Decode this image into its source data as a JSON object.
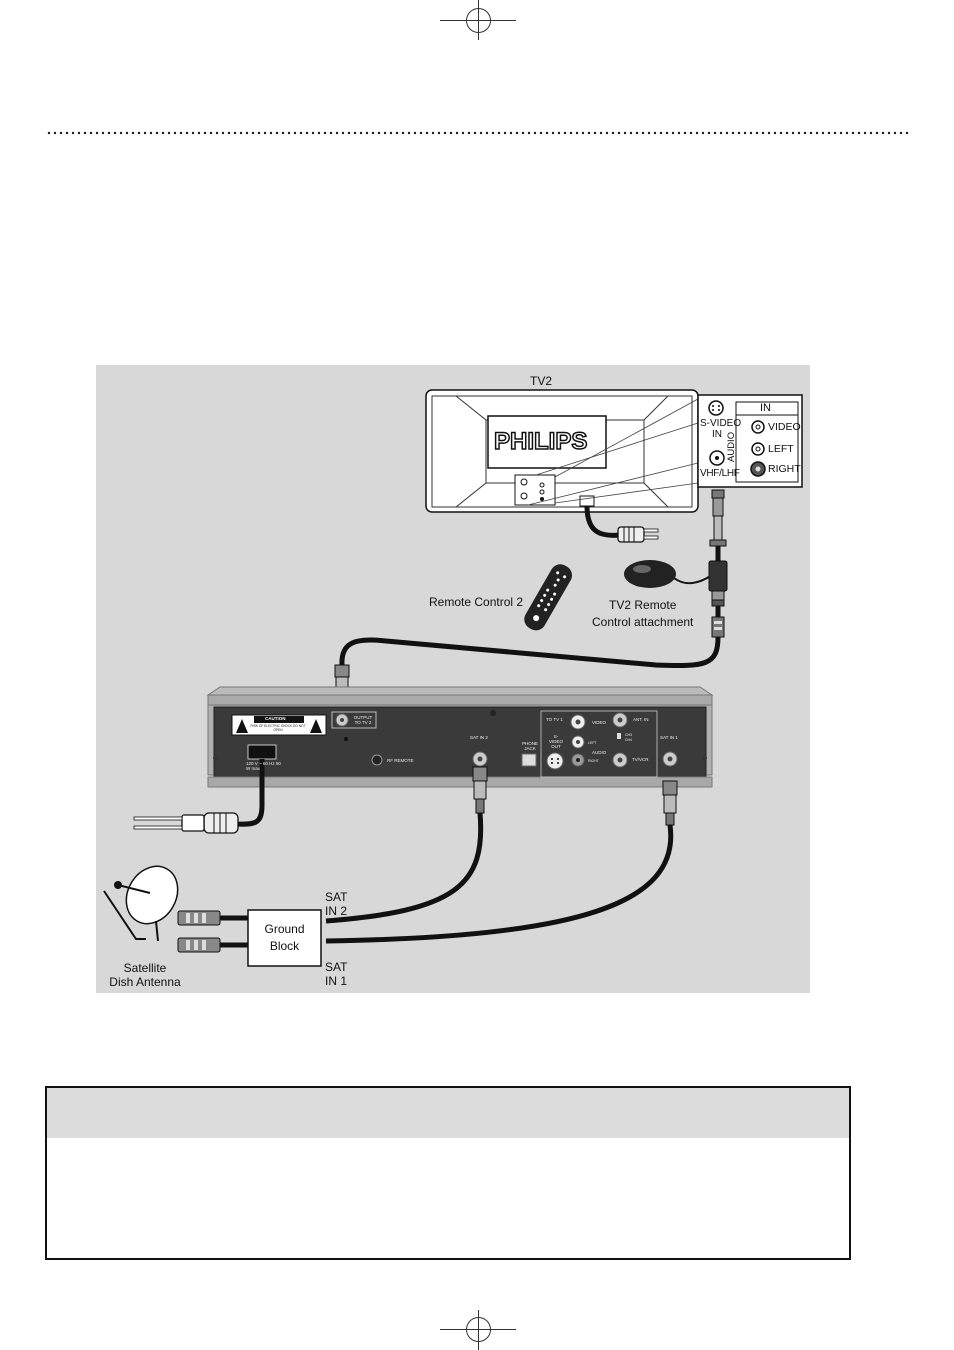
{
  "diagram": {
    "tv2_title": "TV2",
    "tv_brand": "PHILIPS",
    "tv_panel": {
      "in_label": "IN",
      "svideo_label": "S-VIDEO",
      "in_small": "IN",
      "video_label": "VIDEO",
      "audio_label": "AUDIO",
      "left_label": "LEFT",
      "right_label": "RIGHT",
      "vhf_label": "VHF/LHF"
    },
    "remote_control_label": "Remote Control 2",
    "tv2_remote_attachment_label": "TV2 Remote\nControl attachment",
    "receiver": {
      "caution": "CAUTION",
      "caution_sub": "RISK OF ELECTRIC SHOCK DO NOT OPEN",
      "output_to_tv2": "OUTPUT TO TV 2",
      "rf_remote": "RF REMOTE",
      "power_rating": "120 V ~ 60 Hz 50 W max",
      "sat_in_2": "SAT IN 2",
      "phone_jack": "PHONE JACK",
      "to_tv1": "TO TV 1",
      "video": "VIDEO",
      "ant_in": "ANT. IN",
      "svideo_out": "S-VIDEO OUT",
      "left": "LEFT",
      "right": "RIGHT",
      "audio": "AUDIO",
      "ch3": "CH3",
      "ch4": "CH4",
      "tv_vcr": "TV/VCR",
      "sat_in_1": "SAT IN 1"
    },
    "sat_in_2_label": "SAT\nIN 2",
    "sat_in_1_label": "SAT\nIN 1",
    "ground_block_label": "Ground\nBlock",
    "satellite_label": "Satellite\nDish Antenna"
  },
  "colors": {
    "diagram_background": "#d8d8d8",
    "box_header": "#dcdcdc",
    "cable": "#111111"
  }
}
